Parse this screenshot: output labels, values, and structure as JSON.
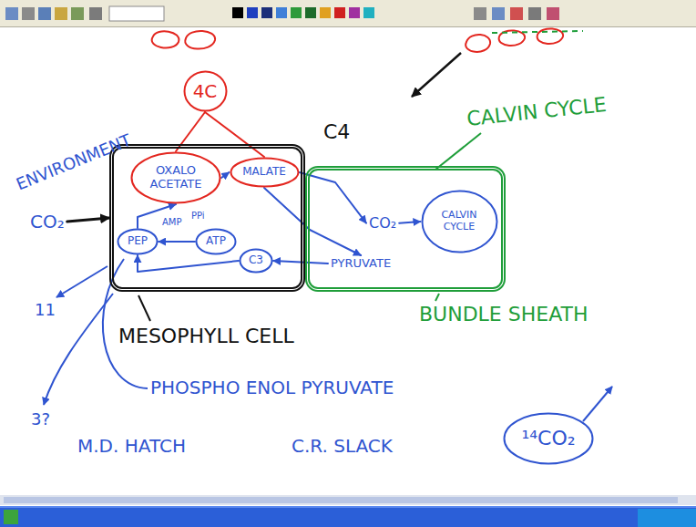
{
  "diagram": {
    "nodes": [
      {
        "text": [
          "4C"
        ]
      },
      {
        "text": [
          "CO₂"
        ]
      },
      {
        "text": [
          "MESOPHYLL CELL"
        ]
      },
      {
        "text": [
          "OXALO ACETATE"
        ],
        "in": 2
      },
      {
        "text": [
          "MALATE"
        ],
        "in": 2
      },
      {
        "text": [
          "PEP"
        ],
        "in": 2
      },
      {
        "text": [
          "ATP"
        ],
        "in": 2
      },
      {
        "text": [
          "C3"
        ],
        "in": 2
      },
      {
        "text": [
          "BUNDLE SHEATH"
        ]
      },
      {
        "text": [
          "CO₂"
        ],
        "in": 8
      },
      {
        "text": [
          "CALVIN CYCLE"
        ],
        "in": 8
      },
      {
        "text": [
          "PYRUVATE"
        ],
        "in": 8
      },
      {
        "text": [
          "¹⁴CO₂"
        ]
      }
    ],
    "edges": [
      {
        "from": 0,
        "to": 3,
        "arrow": "none"
      },
      {
        "from": 0,
        "to": 4,
        "arrow": "none"
      },
      {
        "from": 1,
        "to": 2,
        "arrow": "to"
      },
      {
        "from": 5,
        "to": 3,
        "arrow": "to"
      },
      {
        "from": 3,
        "to": 4,
        "arrow": "to"
      },
      {
        "from": 4,
        "to": 9,
        "arrow": "to"
      },
      {
        "from": 4,
        "to": 11,
        "arrow": "to"
      },
      {
        "from": 9,
        "to": 10,
        "arrow": "to"
      },
      {
        "from": 11,
        "to": 7,
        "arrow": "to"
      },
      {
        "from": 7,
        "to": 5,
        "arrow": "to"
      },
      {
        "from": 6,
        "to": 5,
        "arrow": "to"
      }
    ],
    "labels": [
      "C4",
      "CALVIN CYCLE",
      "ENVIRONMENT",
      "AMP",
      "PPi",
      "11",
      "3?",
      "PHOSPHO ENOL PYRUVATE",
      "M.D. HATCH",
      "C.R. SLACK"
    ]
  }
}
